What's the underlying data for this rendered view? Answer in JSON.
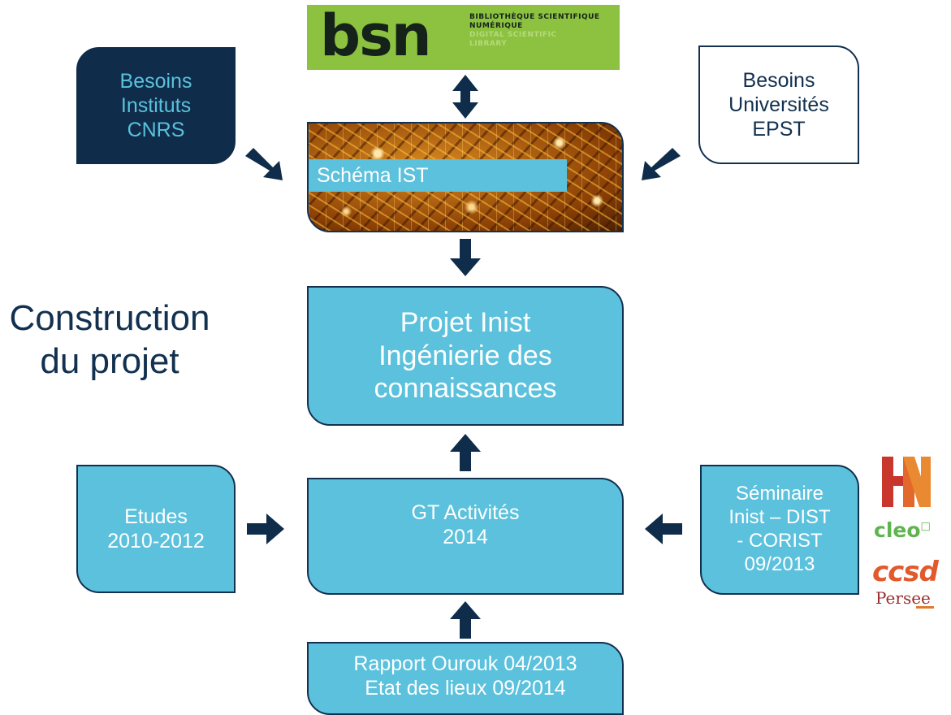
{
  "logo": {
    "mark": "bsn",
    "tagline": [
      "BIBLIOTHÈQUE SCIENTIFIQUE",
      "NUMÉRIQUE",
      "DIGITAL SCIENTIFIC",
      "LIBRARY"
    ]
  },
  "besoins_cnrs": [
    "Besoins",
    "Instituts",
    "CNRS"
  ],
  "besoins_univ": [
    "Besoins",
    "Universités",
    "EPST"
  ],
  "schema_label": "Schéma IST",
  "title": [
    "Construction",
    "du projet"
  ],
  "projet": [
    "Projet Inist",
    "Ingénierie des",
    "connaissances"
  ],
  "etudes": [
    "Etudes",
    "2010-2012"
  ],
  "gt": [
    "GT Activités",
    "2014"
  ],
  "seminaire": [
    "Séminaire",
    "Inist – DIST",
    "- CORIST",
    "09/2013"
  ],
  "rapport": [
    "Rapport Ourouk 04/2013",
    "Etat des lieux 09/2014"
  ],
  "partner_logos": {
    "hn": "HN",
    "cleo": "cleo",
    "ccsd": "ccsd",
    "persee": "Persee"
  },
  "colors": {
    "navy": "#0f2d4a",
    "cyan": "#5bc1dc",
    "green": "#8cc23f"
  }
}
